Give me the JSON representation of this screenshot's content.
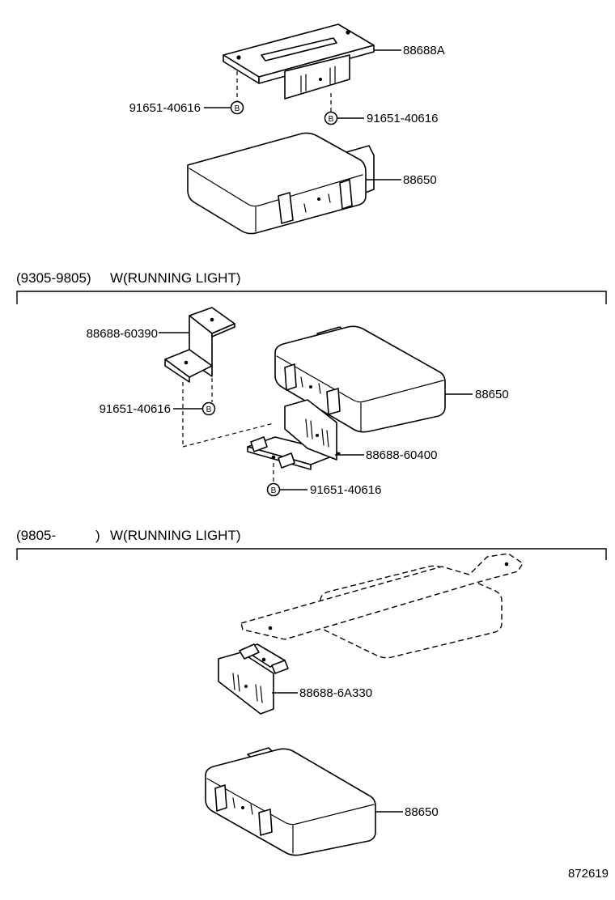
{
  "section1": {
    "callouts": {
      "bracket": "88688A",
      "bolt_left": "91651-40616",
      "bolt_right": "91651-40616",
      "module": "88650"
    }
  },
  "section2": {
    "header": {
      "period": "(9305-9805)",
      "variant": "W(RUNNING LIGHT)"
    },
    "callouts": {
      "bracket_upper": "88688-60390",
      "bolt_upper": "91651-40616",
      "module": "88650",
      "bracket_lower": "88688-60400",
      "bolt_lower": "91651-40616"
    }
  },
  "section3": {
    "header": {
      "period": "(9805-",
      "period_close": ")",
      "variant": "W(RUNNING LIGHT)"
    },
    "callouts": {
      "bracket": "88688-6A330",
      "module": "88650"
    }
  },
  "bolt_marker": "B",
  "illustration_number": "872619"
}
